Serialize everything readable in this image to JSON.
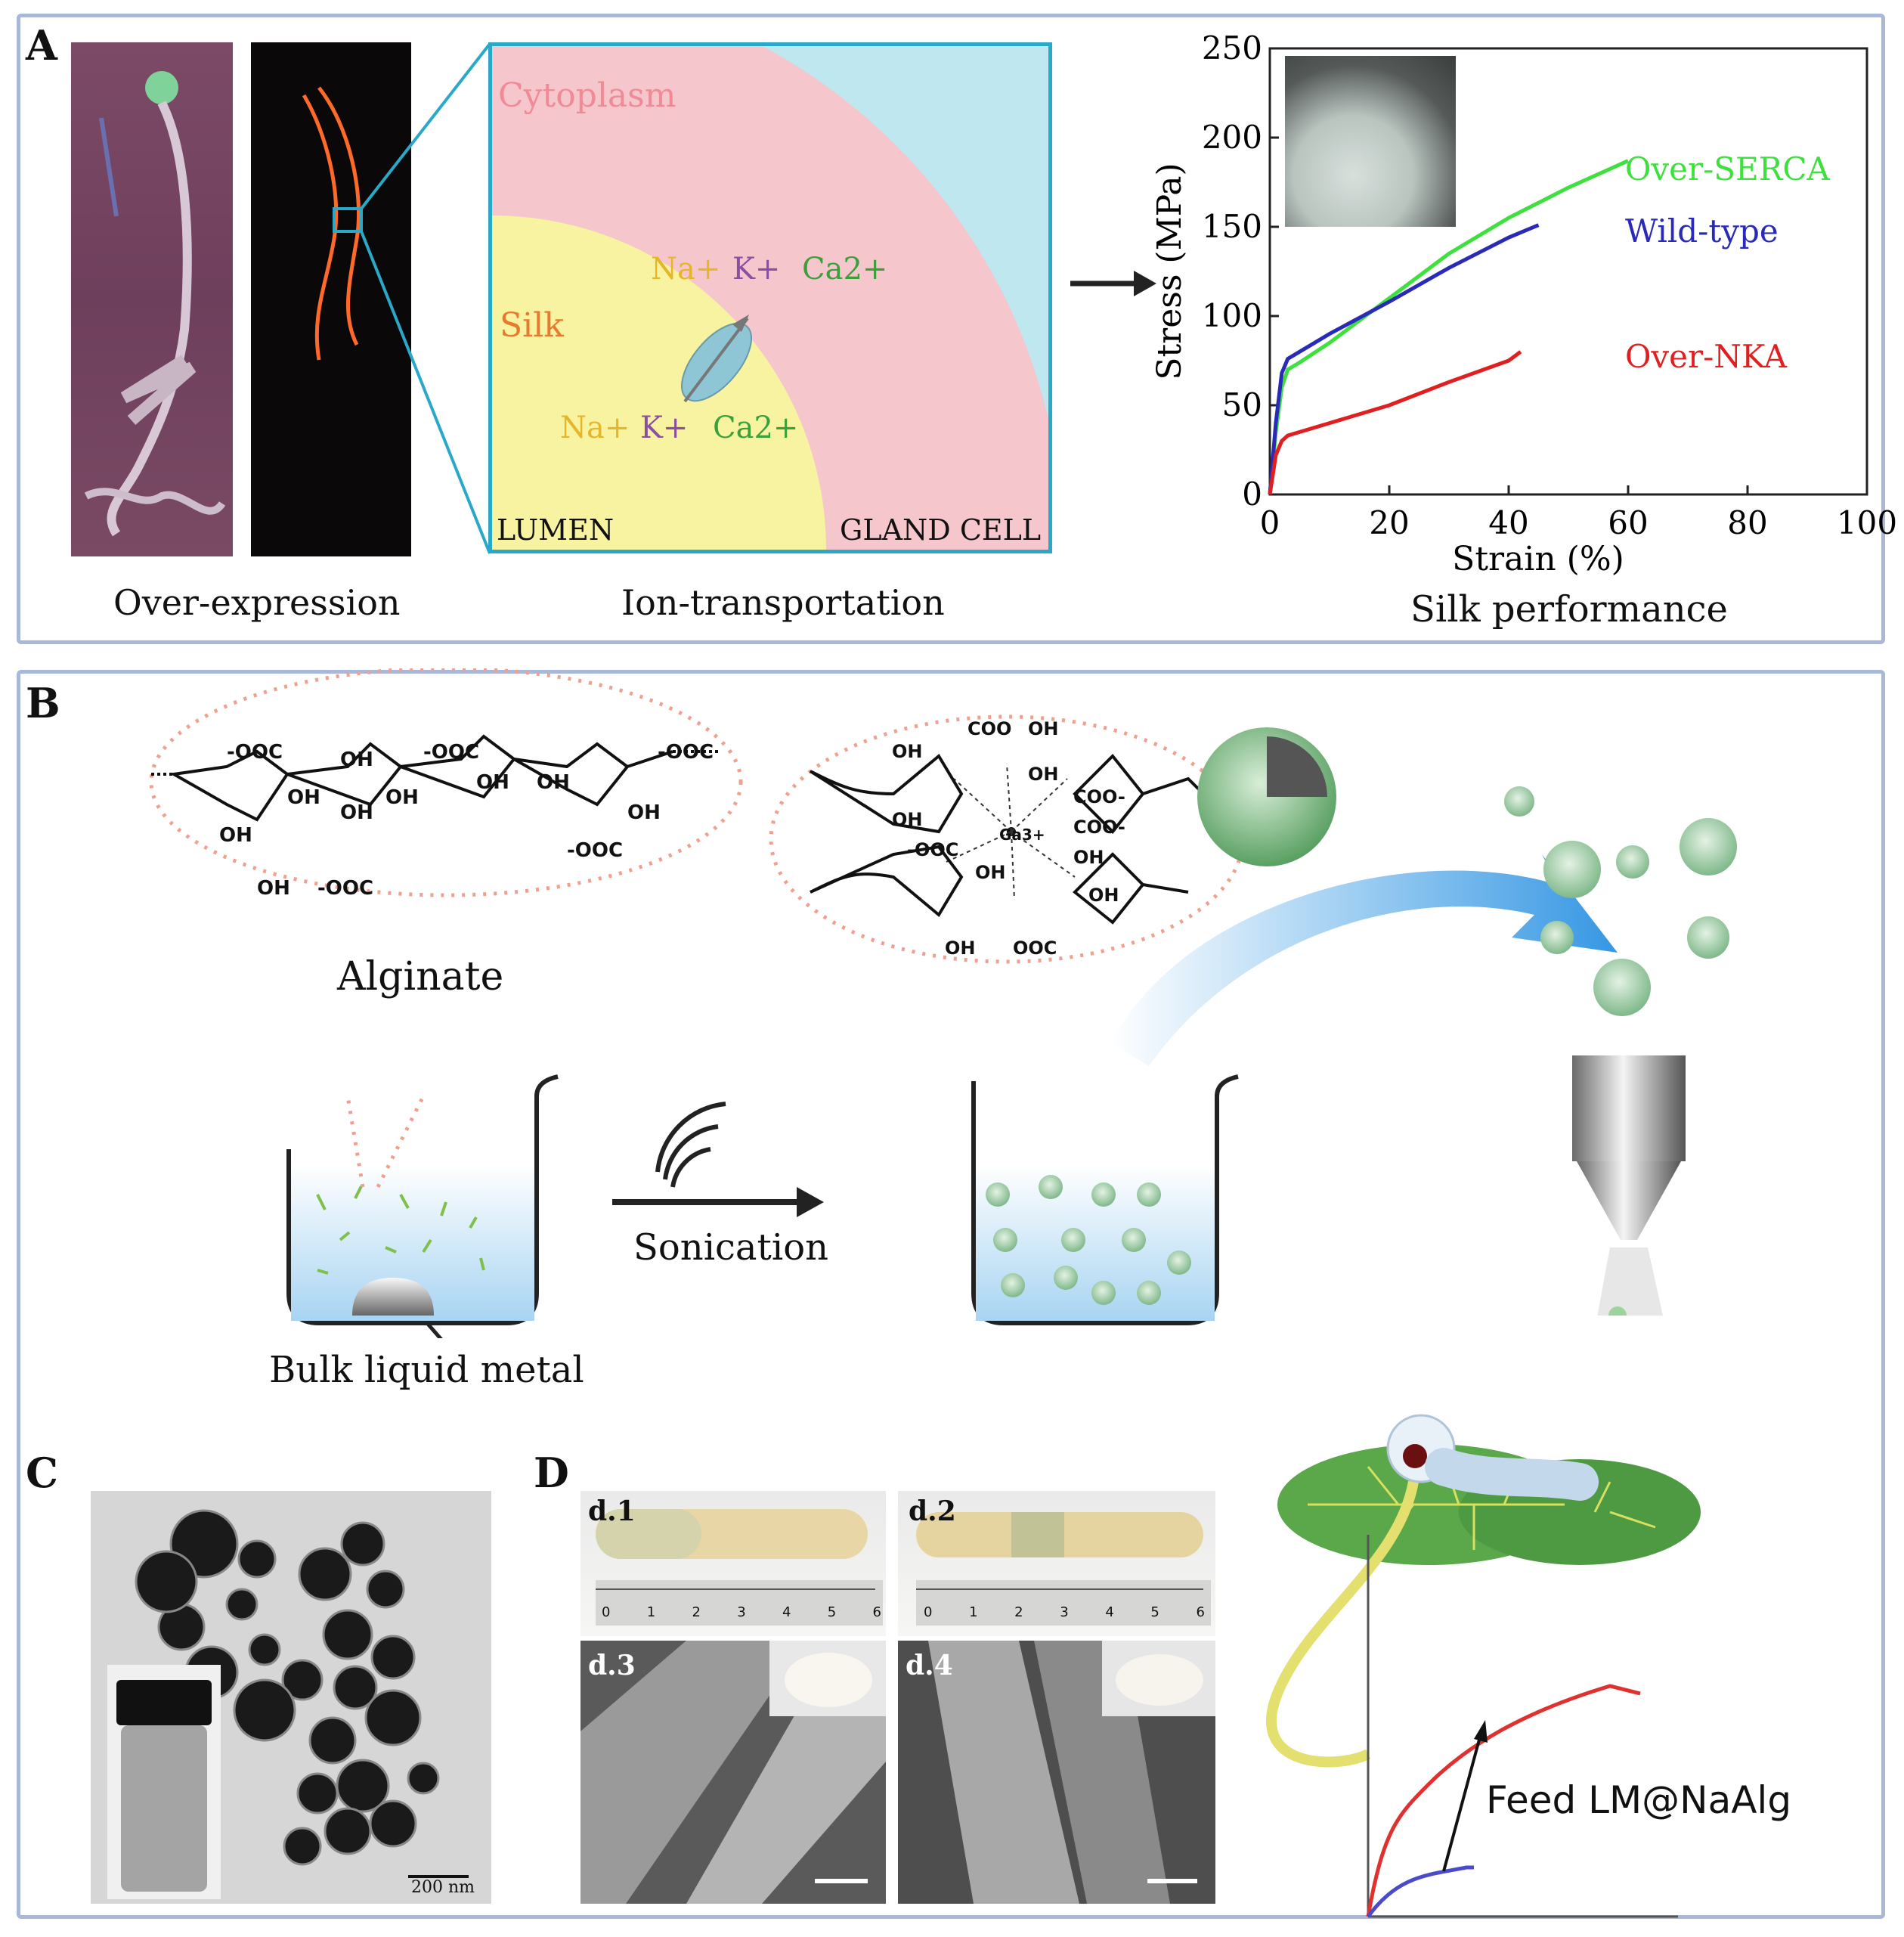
{
  "panelA": {
    "label": "A",
    "caption_overexpression": "Over-expression",
    "caption_iontransport": "Ion-transportation",
    "caption_silk": "Silk performance",
    "ion": {
      "cytoplasm": "Cytoplasm",
      "silk": "Silk",
      "lumen": "LUMEN",
      "gland_cell": "GLAND CELL",
      "ions_top": [
        "Na+",
        "K+",
        "Ca2+"
      ],
      "ions_bottom": [
        "Na+",
        "K+",
        "Ca2+"
      ]
    }
  },
  "chart_data": {
    "type": "line",
    "xlabel": "Strain (%)",
    "ylabel": "Stress (MPa)",
    "xlim": [
      0,
      100
    ],
    "ylim": [
      0,
      250
    ],
    "xticks": [
      0,
      20,
      40,
      60,
      80,
      100
    ],
    "yticks": [
      0,
      50,
      100,
      150,
      200,
      250
    ],
    "series": [
      {
        "name": "Over-SERCA",
        "color": "#3ee03e",
        "x": [
          0,
          1,
          2,
          3,
          5,
          10,
          20,
          30,
          40,
          50,
          60
        ],
        "y": [
          0,
          35,
          60,
          70,
          74,
          85,
          110,
          135,
          155,
          172,
          187
        ]
      },
      {
        "name": "Wild-type",
        "color": "#2a2ab8",
        "x": [
          0,
          1,
          2,
          3,
          5,
          10,
          20,
          30,
          40,
          45
        ],
        "y": [
          0,
          40,
          68,
          76,
          80,
          90,
          108,
          127,
          144,
          151
        ]
      },
      {
        "name": "Over-NKA",
        "color": "#e02020",
        "x": [
          0,
          1,
          2,
          3,
          5,
          10,
          20,
          30,
          40,
          42
        ],
        "y": [
          0,
          22,
          30,
          33,
          35,
          40,
          50,
          63,
          75,
          80
        ]
      }
    ]
  },
  "panelB": {
    "label": "B",
    "alginate": "Alginate",
    "sonication": "Sonication",
    "bulk_metal": "Bulk liquid metal",
    "chem_left_labels": [
      "-OOC",
      "OH",
      "OH",
      "-OOC",
      "OH",
      "OH",
      "OH",
      "OH",
      "-OOC",
      "OH",
      "OH",
      "-OOC",
      "OH",
      "-OOC"
    ],
    "chem_right_labels": [
      "COO",
      "OH",
      "OH",
      "OH",
      "OH",
      "COO-",
      "COO-",
      "-OOC",
      "OH",
      "OH",
      "OH",
      "OH",
      "OOC",
      "Ga3+"
    ]
  },
  "panelC": {
    "label": "C",
    "scale": "200 nm"
  },
  "panelD": {
    "label": "D",
    "d1": "d.1",
    "d2": "d.2",
    "d3": "d.3",
    "d4": "d.4",
    "ruler": [
      "0",
      "1",
      "2",
      "3",
      "4",
      "5",
      "6"
    ],
    "feed": "Feed LM@NaAlg"
  }
}
